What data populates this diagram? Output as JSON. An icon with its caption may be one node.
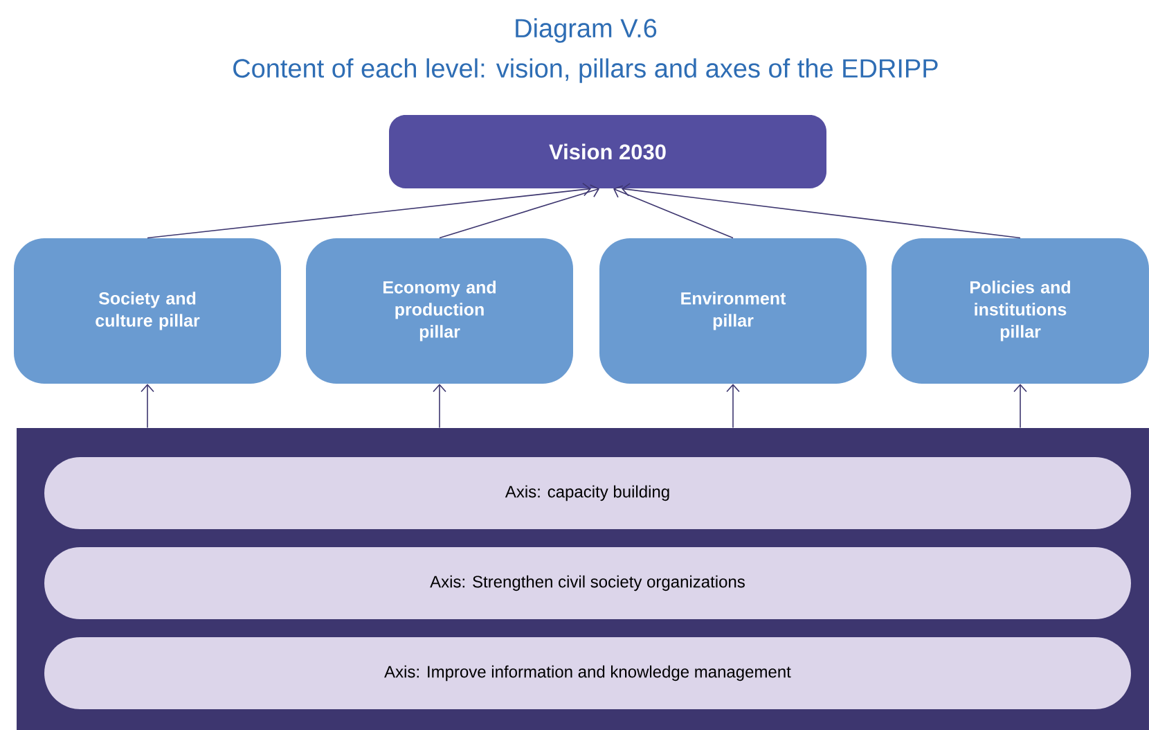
{
  "diagram": {
    "title": "Diagram V.6",
    "nodes": [
      {
        "text": [
          "Vision 2030"
        ]
      },
      {
        "text": [
          "Society and culture pillar"
        ]
      },
      {
        "text": [
          "Economy and production pillar"
        ]
      },
      {
        "text": [
          "Environment pillar"
        ]
      },
      {
        "text": [
          "Policies and institutions pillar"
        ]
      },
      {
        "text": [],
        "shape": "box"
      },
      {
        "text": [
          "Axis: capacity building"
        ],
        "in": 5
      },
      {
        "text": [
          "Axis: Strengthen civil society organizations"
        ],
        "in": 5
      },
      {
        "text": [
          "Axis: Improve information and knowledge management"
        ],
        "in": 5
      }
    ],
    "edges": [
      {
        "from": 1,
        "to": 0,
        "arrow": "to"
      },
      {
        "from": 2,
        "to": 0,
        "arrow": "to"
      },
      {
        "from": 3,
        "to": 0,
        "arrow": "to"
      },
      {
        "from": 4,
        "to": 0,
        "arrow": "to"
      },
      {
        "from": 5,
        "to": 1,
        "arrow": "to"
      },
      {
        "from": 5,
        "to": 2,
        "arrow": "to"
      },
      {
        "from": 5,
        "to": 3,
        "arrow": "to"
      },
      {
        "from": 5,
        "to": 4,
        "arrow": "to"
      }
    ],
    "labels": [
      "Content of each level: vision, pillars and axes of the EDRIPP"
    ]
  }
}
